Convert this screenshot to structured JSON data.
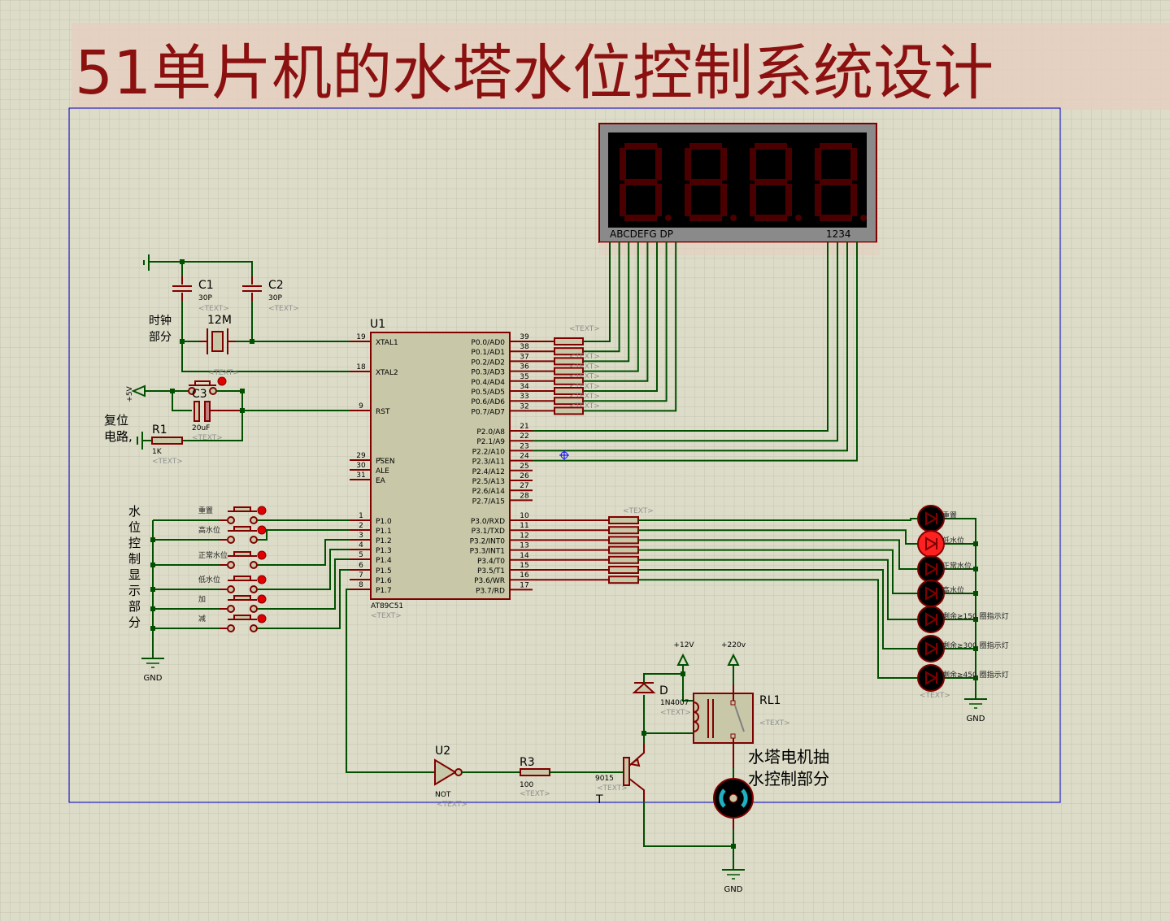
{
  "title": "51单片机的水塔水位控制系统设计",
  "colors": {
    "wire": "#005000",
    "lead": "#800000",
    "component_fill": "#c8c8a8",
    "title_band": "#e5cfc0",
    "title_text": "#8b1010",
    "border": "#0000c0",
    "led_on": "#ff2020",
    "led_off": "#000000",
    "label_gray": "#909090"
  },
  "placeholder_text": "<TEXT>",
  "display": {
    "left_label": "ABCDEFG DP",
    "right_label": "1234",
    "digits": [
      "8.",
      "8.",
      "8.",
      "8."
    ]
  },
  "u1": {
    "ref": "U1",
    "part": "AT89C51",
    "left_pins": [
      {
        "num": "19",
        "name": "XTAL1"
      },
      {
        "num": "18",
        "name": "XTAL2"
      },
      {
        "num": "9",
        "name": "RST"
      },
      {
        "num": "29",
        "name": "PSEN"
      },
      {
        "num": "30",
        "name": "ALE"
      },
      {
        "num": "31",
        "name": "EA"
      },
      {
        "num": "1",
        "name": "P1.0"
      },
      {
        "num": "2",
        "name": "P1.1"
      },
      {
        "num": "3",
        "name": "P1.2"
      },
      {
        "num": "4",
        "name": "P1.3"
      },
      {
        "num": "5",
        "name": "P1.4"
      },
      {
        "num": "6",
        "name": "P1.5"
      },
      {
        "num": "7",
        "name": "P1.6"
      },
      {
        "num": "8",
        "name": "P1.7"
      }
    ],
    "right_pins": [
      {
        "num": "39",
        "name": "P0.0/AD0"
      },
      {
        "num": "38",
        "name": "P0.1/AD1"
      },
      {
        "num": "37",
        "name": "P0.2/AD2"
      },
      {
        "num": "36",
        "name": "P0.3/AD3"
      },
      {
        "num": "35",
        "name": "P0.4/AD4"
      },
      {
        "num": "34",
        "name": "P0.5/AD5"
      },
      {
        "num": "33",
        "name": "P0.6/AD6"
      },
      {
        "num": "32",
        "name": "P0.7/AD7"
      },
      {
        "num": "21",
        "name": "P2.0/A8"
      },
      {
        "num": "22",
        "name": "P2.1/A9"
      },
      {
        "num": "23",
        "name": "P2.2/A10"
      },
      {
        "num": "24",
        "name": "P2.3/A11"
      },
      {
        "num": "25",
        "name": "P2.4/A12"
      },
      {
        "num": "26",
        "name": "P2.5/A13"
      },
      {
        "num": "27",
        "name": "P2.6/A14"
      },
      {
        "num": "28",
        "name": "P2.7/A15"
      },
      {
        "num": "10",
        "name": "P3.0/RXD"
      },
      {
        "num": "11",
        "name": "P3.1/TXD"
      },
      {
        "num": "12",
        "name": "P3.2/INT0"
      },
      {
        "num": "13",
        "name": "P3.3/INT1"
      },
      {
        "num": "14",
        "name": "P3.4/T0"
      },
      {
        "num": "15",
        "name": "P3.5/T1"
      },
      {
        "num": "16",
        "name": "P3.6/WR"
      },
      {
        "num": "17",
        "name": "P3.7/RD"
      }
    ]
  },
  "clock": {
    "label_line1": "时钟",
    "label_line2": "部分",
    "c1_ref": "C1",
    "c1_val": "30P",
    "c2_ref": "C2",
    "c2_val": "30P",
    "crystal": "12M"
  },
  "reset": {
    "label_line1": "复位",
    "label_line2": "电路,",
    "c3_ref": "C3",
    "c3_val": "20uF",
    "r1_ref": "R1",
    "r1_val": "1K",
    "supply": "+5V"
  },
  "buttons": {
    "labels": [
      "重置",
      "高水位",
      "正常水位",
      "低水位",
      "加",
      "减"
    ],
    "section_label": [
      "水",
      "位",
      "控",
      "制",
      "显",
      "示",
      "部",
      "分"
    ],
    "gnd": "GND"
  },
  "leds": {
    "labels": [
      "重置",
      "低水位",
      "正常水位",
      "高水位",
      "剩余≥150 圈指示灯",
      "剩余≥300 圈指示灯",
      "剩余≥450 圈指示灯"
    ],
    "lit": [
      false,
      true,
      false,
      false,
      false,
      false,
      false
    ],
    "gnd": "GND"
  },
  "motor_section": {
    "u2_ref": "U2",
    "u2_part": "NOT",
    "r3_ref": "R3",
    "r3_val": "100",
    "transistor_part": "9015",
    "transistor_ref": "T",
    "diode_ref": "D",
    "diode_part": "1N4007",
    "relay_ref": "RL1",
    "v12": "+12V",
    "v220": "+220v",
    "label_line1": "水塔电机抽",
    "label_line2": "水控制部分",
    "gnd": "GND"
  }
}
